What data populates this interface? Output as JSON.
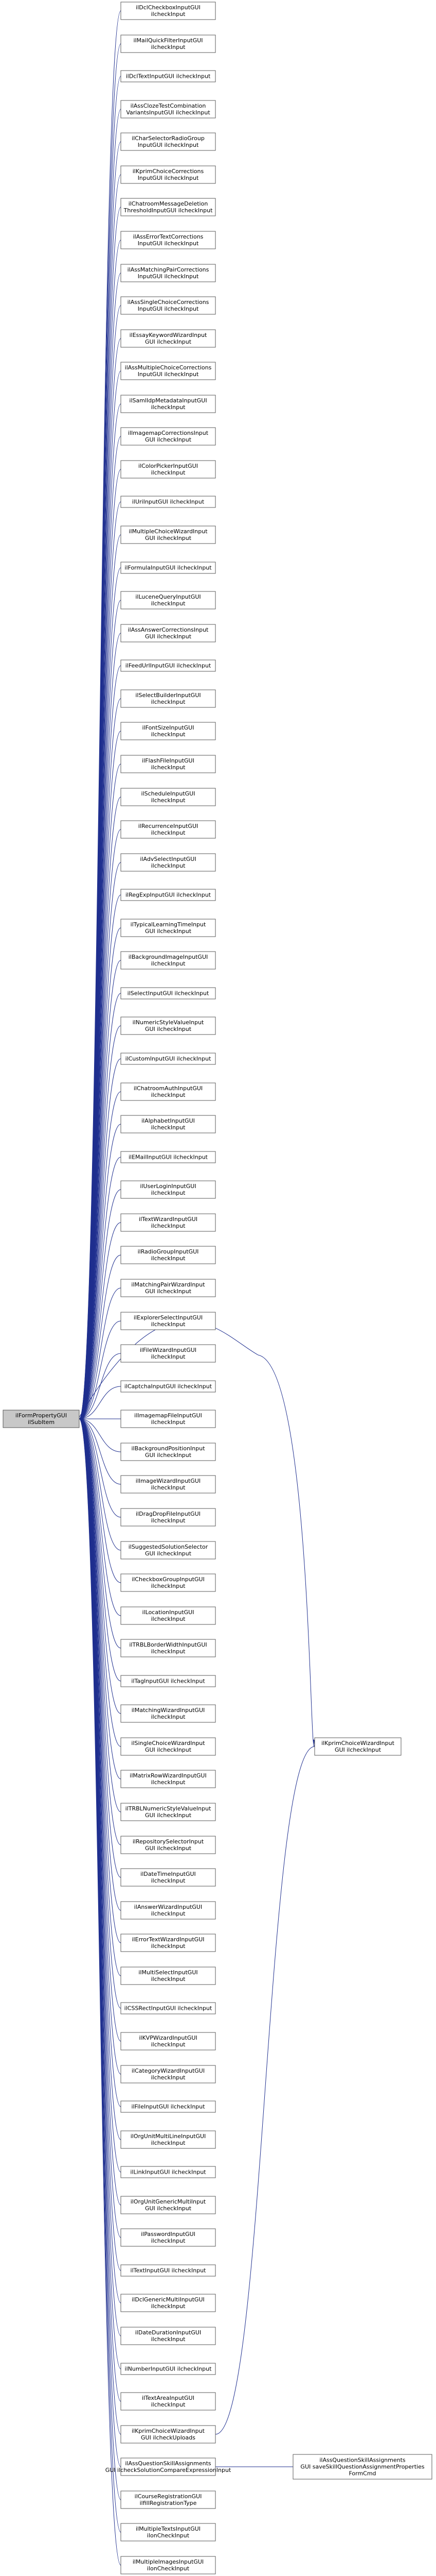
{
  "root": {
    "lines": [
      "ilFormPropertyGUI",
      "ilSubItem"
    ]
  },
  "primary_nodes": [
    {
      "id": "n0",
      "lines": [
        "ilDclCheckboxInputGUI",
        "ilcheckInput"
      ]
    },
    {
      "id": "n1",
      "lines": [
        "ilMailQuickFilterInputGUI",
        "ilcheckInput"
      ]
    },
    {
      "id": "n2",
      "lines": [
        "ilDclTextInputGUI ilcheckInput"
      ]
    },
    {
      "id": "n3",
      "lines": [
        "ilAssClozeTestCombination",
        "VariantsInputGUI ilcheckInput"
      ]
    },
    {
      "id": "n4",
      "lines": [
        "ilCharSelectorRadioGroup",
        "InputGUI ilcheckInput"
      ]
    },
    {
      "id": "n5",
      "lines": [
        "ilKprimChoiceCorrections",
        "InputGUI ilcheckInput"
      ]
    },
    {
      "id": "n6",
      "lines": [
        "ilChatroomMessageDeletion",
        "ThresholdInputGUI ilcheckInput"
      ]
    },
    {
      "id": "n7",
      "lines": [
        "ilAssErrorTextCorrections",
        "InputGUI ilcheckInput"
      ]
    },
    {
      "id": "n8",
      "lines": [
        "ilAssMatchingPairCorrections",
        "InputGUI ilcheckInput"
      ]
    },
    {
      "id": "n9",
      "lines": [
        "ilAssSingleChoiceCorrections",
        "InputGUI ilcheckInput"
      ]
    },
    {
      "id": "n10",
      "lines": [
        "ilEssayKeywordWizardInput",
        "GUI ilcheckInput"
      ]
    },
    {
      "id": "n11",
      "lines": [
        "ilAssMultipleChoiceCorrections",
        "InputGUI ilcheckInput"
      ]
    },
    {
      "id": "n12",
      "lines": [
        "ilSamlIdpMetadataInputGUI",
        "ilcheckInput"
      ]
    },
    {
      "id": "n13",
      "lines": [
        "ilImagemapCorrectionsInput",
        "GUI ilcheckInput"
      ]
    },
    {
      "id": "n14",
      "lines": [
        "ilColorPickerInputGUI",
        "ilcheckInput"
      ]
    },
    {
      "id": "n15",
      "lines": [
        "ilUriInputGUI ilcheckInput"
      ]
    },
    {
      "id": "n16",
      "lines": [
        "ilMultipleChoiceWizardInput",
        "GUI ilcheckInput"
      ]
    },
    {
      "id": "n17",
      "lines": [
        "ilFormulaInputGUI ilcheckInput"
      ]
    },
    {
      "id": "n18",
      "lines": [
        "ilLuceneQueryInputGUI",
        "ilcheckInput"
      ]
    },
    {
      "id": "n19",
      "lines": [
        "ilAssAnswerCorrectionsInput",
        "GUI ilcheckInput"
      ]
    },
    {
      "id": "n20",
      "lines": [
        "ilFeedUrlInputGUI ilcheckInput"
      ]
    },
    {
      "id": "n21",
      "lines": [
        "ilSelectBuilderInputGUI",
        "ilcheckInput"
      ]
    },
    {
      "id": "n22",
      "lines": [
        "ilFontSizeInputGUI",
        "ilcheckInput"
      ]
    },
    {
      "id": "n23",
      "lines": [
        "ilFlashFileInputGUI",
        "ilcheckInput"
      ]
    },
    {
      "id": "n24",
      "lines": [
        "ilScheduleInputGUI",
        "ilcheckInput"
      ]
    },
    {
      "id": "n25",
      "lines": [
        "ilRecurrenceInputGUI",
        "ilcheckInput"
      ]
    },
    {
      "id": "n26",
      "lines": [
        "ilAdvSelectInputGUI",
        "ilcheckInput"
      ]
    },
    {
      "id": "n27",
      "lines": [
        "ilRegExpInputGUI ilcheckInput"
      ]
    },
    {
      "id": "n28",
      "lines": [
        "ilTypicalLearningTimeInput",
        "GUI ilcheckInput"
      ]
    },
    {
      "id": "n29",
      "lines": [
        "ilBackgroundImageInputGUI",
        "ilcheckInput"
      ]
    },
    {
      "id": "n30",
      "lines": [
        "ilSelectInputGUI ilcheckInput"
      ]
    },
    {
      "id": "n31",
      "lines": [
        "ilNumericStyleValueInput",
        "GUI ilcheckInput"
      ]
    },
    {
      "id": "n32",
      "lines": [
        "ilCustomInputGUI ilcheckInput"
      ]
    },
    {
      "id": "n33",
      "lines": [
        "ilChatroomAuthInputGUI",
        "ilcheckInput"
      ]
    },
    {
      "id": "n34",
      "lines": [
        "ilAlphabetInputGUI",
        "ilcheckInput"
      ]
    },
    {
      "id": "n35",
      "lines": [
        "ilEMailInputGUI ilcheckInput"
      ]
    },
    {
      "id": "n36",
      "lines": [
        "ilUserLoginInputGUI",
        "ilcheckInput"
      ]
    },
    {
      "id": "n37",
      "lines": [
        "ilTextWizardInputGUI",
        "ilcheckInput"
      ]
    },
    {
      "id": "n38",
      "lines": [
        "ilRadioGroupInputGUI",
        "ilcheckInput"
      ]
    },
    {
      "id": "n39",
      "lines": [
        "ilMatchingPairWizardInput",
        "GUI ilcheckInput"
      ]
    },
    {
      "id": "n40",
      "lines": [
        "ilExplorerSelectInputGUI",
        "ilcheckInput"
      ]
    },
    {
      "id": "n41",
      "lines": [
        "ilFileWizardInputGUI",
        "ilcheckInput"
      ]
    },
    {
      "id": "n42",
      "lines": [
        "ilCaptchaInputGUI ilcheckInput"
      ]
    },
    {
      "id": "n43",
      "lines": [
        "ilImagemapFileInputGUI",
        "ilcheckInput"
      ]
    },
    {
      "id": "n44",
      "lines": [
        "ilBackgroundPositionInput",
        "GUI ilcheckInput"
      ]
    },
    {
      "id": "n45",
      "lines": [
        "ilImageWizardInputGUI",
        "ilcheckInput"
      ]
    },
    {
      "id": "n46",
      "lines": [
        "ilDragDropFileInputGUI",
        "ilcheckInput"
      ]
    },
    {
      "id": "n47",
      "lines": [
        "ilSuggestedSolutionSelector",
        "GUI ilcheckInput"
      ]
    },
    {
      "id": "n48",
      "lines": [
        "ilCheckboxGroupInputGUI",
        "ilcheckInput"
      ]
    },
    {
      "id": "n49",
      "lines": [
        "ilLocationInputGUI",
        "ilcheckInput"
      ]
    },
    {
      "id": "n50",
      "lines": [
        "ilTRBLBorderWidthInputGUI",
        "ilcheckInput"
      ]
    },
    {
      "id": "n51",
      "lines": [
        "ilTagInputGUI ilcheckInput"
      ]
    },
    {
      "id": "n52",
      "lines": [
        "ilMatchingWizardInputGUI",
        "ilcheckInput"
      ]
    },
    {
      "id": "n53",
      "lines": [
        "ilSingleChoiceWizardInput",
        "GUI ilcheckInput"
      ]
    },
    {
      "id": "n54",
      "lines": [
        "ilMatrixRowWizardInputGUI",
        "ilcheckInput"
      ]
    },
    {
      "id": "n55",
      "lines": [
        "ilTRBLNumericStyleValueInput",
        "GUI ilcheckInput"
      ]
    },
    {
      "id": "n56",
      "lines": [
        "ilRepositorySelectorInput",
        "GUI ilcheckInput"
      ]
    },
    {
      "id": "n57",
      "lines": [
        "ilDateTimeInputGUI",
        "ilcheckInput"
      ]
    },
    {
      "id": "n58",
      "lines": [
        "ilAnswerWizardInputGUI",
        "ilcheckInput"
      ]
    },
    {
      "id": "n59",
      "lines": [
        "ilErrorTextWizardInputGUI",
        "ilcheckInput"
      ]
    },
    {
      "id": "n60",
      "lines": [
        "ilMultiSelectInputGUI",
        "ilcheckInput"
      ]
    },
    {
      "id": "n61",
      "lines": [
        "ilCSSRectInputGUI ilcheckInput"
      ]
    },
    {
      "id": "n62",
      "lines": [
        "ilKVPWizardInputGUI",
        "ilcheckInput"
      ]
    },
    {
      "id": "n63",
      "lines": [
        "ilCategoryWizardInputGUI",
        "ilcheckInput"
      ]
    },
    {
      "id": "n64",
      "lines": [
        "ilFileInputGUI ilcheckInput"
      ]
    },
    {
      "id": "n65",
      "lines": [
        "ilOrgUnitMultiLineInputGUI",
        "ilcheckInput"
      ]
    },
    {
      "id": "n66",
      "lines": [
        "ilLinkInputGUI ilcheckInput"
      ]
    },
    {
      "id": "n67",
      "lines": [
        "ilOrgUnitGenericMultiInput",
        "GUI ilcheckInput"
      ]
    },
    {
      "id": "n68",
      "lines": [
        "ilPasswordInputGUI",
        "ilcheckInput"
      ]
    },
    {
      "id": "n69",
      "lines": [
        "ilTextInputGUI ilcheckInput"
      ]
    },
    {
      "id": "n70",
      "lines": [
        "ilDclGenericMultiInputGUI",
        "ilcheckInput"
      ]
    },
    {
      "id": "n71",
      "lines": [
        "ilDateDurationInputGUI",
        "ilcheckInput"
      ]
    },
    {
      "id": "n72",
      "lines": [
        "ilNumberInputGUI ilcheckInput"
      ]
    },
    {
      "id": "n73",
      "lines": [
        "ilTextAreaInputGUI",
        "ilcheckInput"
      ]
    },
    {
      "id": "n74",
      "lines": [
        "ilKprimChoiceWizardInput",
        "GUI ilcheckUploads"
      ]
    },
    {
      "id": "n75",
      "lines": [
        "ilAssQuestionSkillAssignments",
        "GUI ilcheckSolutionCompareExpressionInput"
      ]
    },
    {
      "id": "n76",
      "lines": [
        "ilCourseRegistrationGUI",
        "ilfillRegistrationType"
      ]
    },
    {
      "id": "n77",
      "lines": [
        "ilMultipleTextsInputGUI",
        "ilonCheckInput"
      ]
    },
    {
      "id": "n78",
      "lines": [
        "ilMultipleImagesInputGUI",
        "ilonCheckInput"
      ]
    }
  ],
  "side_nodes": [
    {
      "id": "side_kprim",
      "lines": [
        "ilKprimChoiceWizardInput",
        "GUI ilcheckInput"
      ]
    },
    {
      "id": "side_skill",
      "lines": [
        "ilAssQuestionSkillAssignments",
        "GUI saveSkillQuestionAssignmentProperties",
        "FormCmd"
      ]
    }
  ],
  "edges": [
    {
      "from": "root",
      "to": "side_kprim"
    },
    {
      "from": "n74",
      "to": "side_kprim"
    },
    {
      "from": "n75",
      "to": "side_skill"
    }
  ],
  "colors": {
    "edge": "#1f2f8f",
    "node_border": "#5a5a5a",
    "root_fill": "#c8c8c8",
    "node_fill": "#ffffff",
    "text": "#000000"
  }
}
